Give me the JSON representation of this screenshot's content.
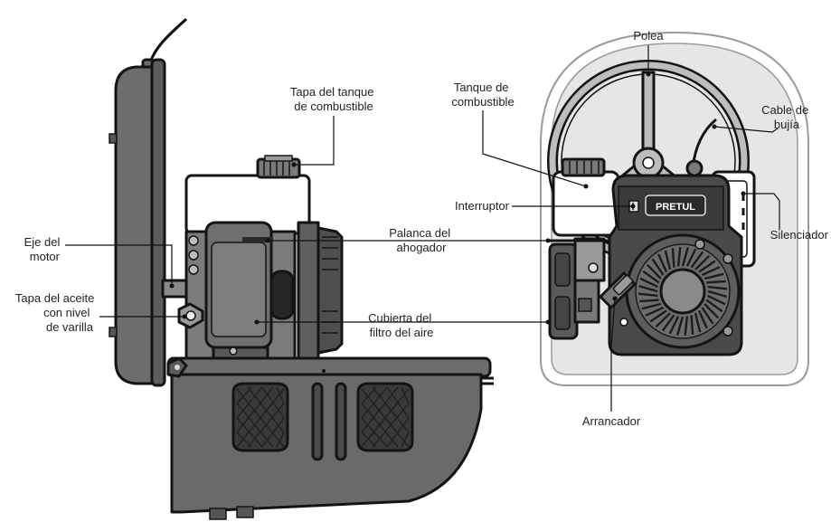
{
  "brand_badge": "PRETUL",
  "colors": {
    "body_gray": "#6d6d6d",
    "dark_gray": "#3f3f3f",
    "light_gray": "#bdbdbd",
    "panel_gray": "#e6e6e6",
    "outline": "#141414",
    "label_text": "#222222"
  },
  "icons": [
    "gear-icon"
  ],
  "labels": {
    "polea": [
      "Polea"
    ],
    "tanque": [
      "Tanque de",
      "combustible"
    ],
    "tapa_tanque": [
      "Tapa del tanque",
      "de combustible"
    ],
    "cable_bujia": [
      "Cable de",
      "bujía"
    ],
    "interruptor": [
      "Interruptor"
    ],
    "silenciador": [
      "Silenciador"
    ],
    "eje_motor": [
      "Eje del",
      "motor"
    ],
    "palanca_ahogador": [
      "Palanca del",
      "ahogador"
    ],
    "tapa_aceite": [
      "Tapa del aceite",
      "con nivel",
      "de varilla"
    ],
    "filtro_aire": [
      "Cubierta del",
      "filtro del aire"
    ],
    "arrancador": [
      "Arrancador"
    ]
  }
}
